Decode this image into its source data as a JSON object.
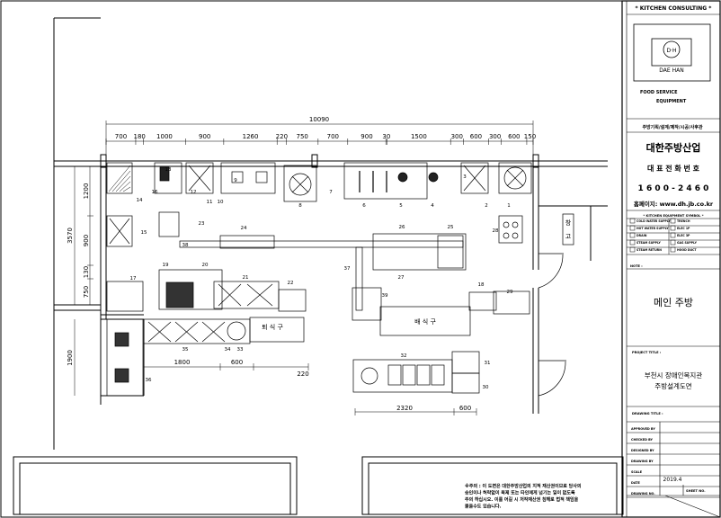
{
  "title_block": {
    "header": "* KITCHEN CONSULTING *",
    "logo_mark": "D·H",
    "logo_name": "DAE HAN",
    "service_line1": "FOOD SERVICE",
    "service_line2": "EQUIPMENT",
    "categories": "주방기획/설계/제작/시공/사후관",
    "company": "대한주방산업",
    "phone_label": "대 표 전 화 번 호",
    "phone": "1 6 0 0 - 2 4 6 0",
    "homepage": "홈페이지: www.dh.jb.co.kr",
    "symbol_title": "* KITCHEN EQUIPMENT SYMBOL *",
    "symbols": [
      "COLD WATER SUPPLY",
      "TRENCH",
      "HOT WATER SUPPLY",
      "ELEC 1P",
      "DRAIN",
      "ELEC 3P",
      "STEAM SUPPLY",
      "GAS SUPPLY",
      "STEAM RETURN",
      "HOOD DUCT"
    ],
    "note_label": "NOTE :",
    "drawing_name": "메인 주방",
    "project_label": "PROJECT TITLE :",
    "project_line1": "부천시 장애인복지관",
    "project_line2": "주방설계도면",
    "drawing_title_label": "DRAWING TITLE :",
    "fields": [
      "APPROVED BY",
      "CHECKED BY",
      "DESIGNED BY",
      "DRAWING BY",
      "SCALE",
      "DATE",
      "DRAWING NO."
    ],
    "date": "2019.4",
    "sheet_no": "SHEET NO."
  },
  "notes": [
    "※주의 : 이 도면은 대한주방산업의 지적 재산권이므로 당사의",
    "승인이나 허락없이 복제 또는 타인에게 넘기는 일이 없도록",
    "주의 하십시오. 이를 어길 시 저작재산권 침해로 법적 책임을",
    "물을수도 있습니다."
  ],
  "dimensions": {
    "overall_top": "10090",
    "top_row": [
      "700",
      "180",
      "1000",
      "900",
      "1260",
      "220",
      "750",
      "700",
      "900",
      "30",
      "1500",
      "300",
      "600",
      "300",
      "600",
      "150"
    ],
    "left_overall": "3570",
    "left_parts": [
      "1200",
      "900",
      "130",
      "750"
    ],
    "left_lower": "1900",
    "bottom_left": [
      "1800",
      "600",
      "220"
    ],
    "bottom_right": [
      "2320",
      "600"
    ]
  },
  "labels": {
    "return_counter": "퇴 식 구",
    "serving_counter": "배 식 구",
    "door_label": "창고"
  },
  "equipment_numbers": [
    "1",
    "2",
    "3",
    "4",
    "5",
    "6",
    "7",
    "8",
    "9",
    "10",
    "11",
    "12",
    "13",
    "14",
    "15",
    "16",
    "17",
    "18",
    "19",
    "20",
    "21",
    "22",
    "23",
    "24",
    "25",
    "26",
    "27",
    "28",
    "29",
    "30",
    "31",
    "32",
    "33",
    "34",
    "35",
    "36",
    "37",
    "38",
    "39"
  ]
}
